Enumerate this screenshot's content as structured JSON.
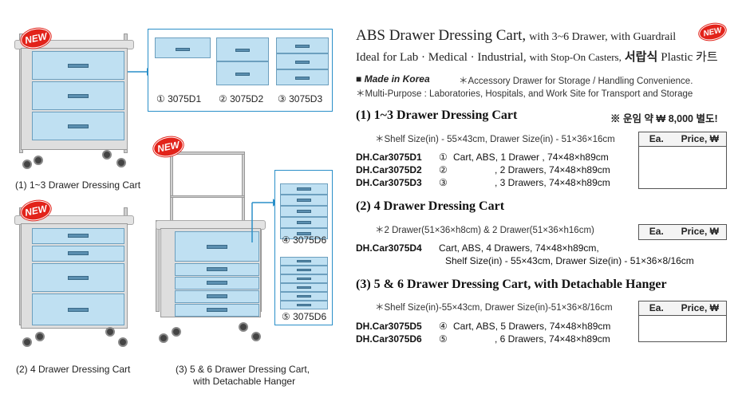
{
  "badges": {
    "new": "NEW"
  },
  "captions": {
    "cart1": "(1) 1~3 Drawer Dressing Cart",
    "cart2": "(2) 4 Drawer Dressing Cart",
    "cart3_line1": "(3) 5 & 6 Drawer Dressing Cart,",
    "cart3_line2": "with Detachable Hanger"
  },
  "options": [
    {
      "label": "① 3075D1"
    },
    {
      "label": "② 3075D2"
    },
    {
      "label": "③ 3075D3"
    },
    {
      "label": "④ 3075D6"
    },
    {
      "label": "⑤ 3075D6"
    }
  ],
  "header": {
    "title": "ABS Drawer Dressing Cart,",
    "title_sub": "with 3~6 Drawer, with Guardrail",
    "subtitle": "Ideal for Lab · Medical · Industrial,",
    "subtitle_sub": "with Stop-On Casters,",
    "subtitle_kr": "서랍식",
    "subtitle_end": "Plastic 카트"
  },
  "notes": {
    "made_in": "Made in Korea",
    "accessory": "＊Accessory Drawer for Storage / Handling Convenience.",
    "purpose": "＊Multi-Purpose : Laboratories, Hospitals, and Work Site for Transport and Storage"
  },
  "shipping": "※ 운임 약 ₩ 8,000 별도!",
  "price_header": {
    "ea": "Ea.",
    "price": "Price, ₩"
  },
  "sections": [
    {
      "title": "(1) 1~3 Drawer Dressing Cart",
      "spec": "＊Shelf Size(in) - 55×43cm, Drawer Size(in) - 51×36×16cm",
      "items": [
        {
          "code": "DH.Car3075D1",
          "num": "①",
          "desc": "Cart, ABS, 1 Drawer  , 74×48×h89cm"
        },
        {
          "code": "DH.Car3075D2",
          "num": "②",
          "desc": ", 2 Drawers, 74×48×h89cm"
        },
        {
          "code": "DH.Car3075D3",
          "num": "③",
          "desc": ", 3 Drawers, 74×48×h89cm"
        }
      ]
    },
    {
      "title": "(2) 4 Drawer Dressing Cart",
      "spec": "＊2 Drawer(51×36×h8cm) & 2 Drawer(51×36×h16cm)",
      "items": [
        {
          "code": "DH.Car3075D4",
          "num": "",
          "desc": "Cart, ABS, 4 Drawers, 74×48×h89cm,"
        }
      ],
      "extra": "Shelf Size(in) - 55×43cm, Drawer Size(in) - 51×36×8/16cm"
    },
    {
      "title": "(3) 5 & 6 Drawer Dressing Cart, with Detachable Hanger",
      "spec": "＊Shelf Size(in)-55×43cm, Drawer Size(in)-51×36×8/16cm",
      "items": [
        {
          "code": "DH.Car3075D5",
          "num": "④",
          "desc": "Cart, ABS, 5 Drawers, 74×48×h89cm"
        },
        {
          "code": "DH.Car3075D6",
          "num": "⑤",
          "desc": ", 6 Drawers, 74×48×h89cm"
        }
      ]
    }
  ],
  "colors": {
    "accent": "#2a8fc8",
    "badge": "#e2231a",
    "drawer": "#bfe0f2"
  }
}
